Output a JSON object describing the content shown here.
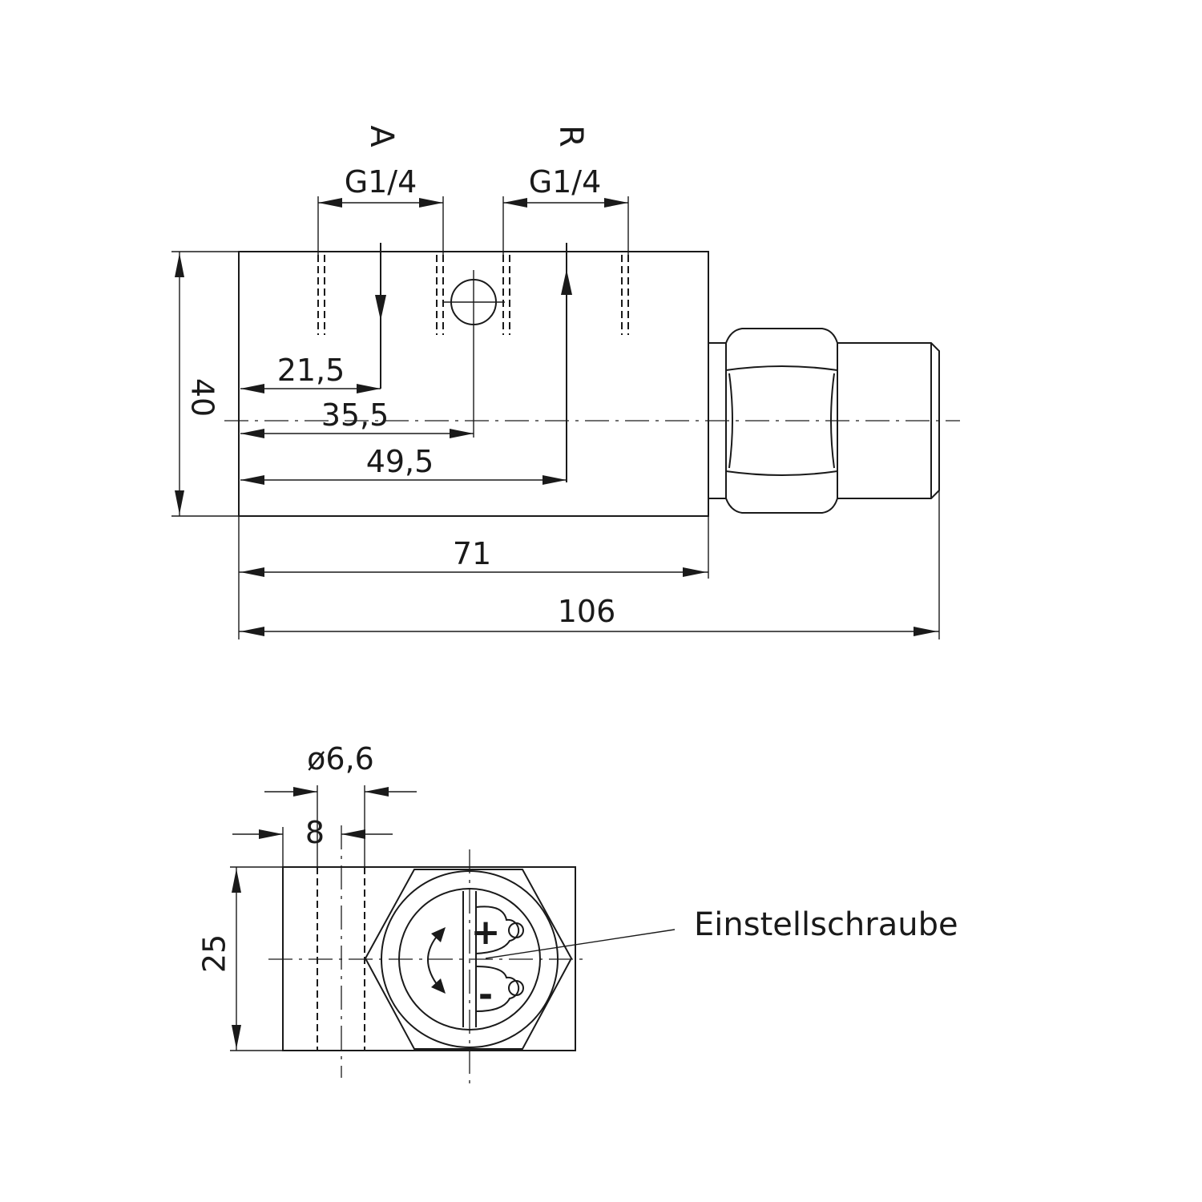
{
  "side_view": {
    "port_a_label": "A",
    "port_r_label": "R",
    "port_a_thread": "G1/4",
    "port_r_thread": "G1/4",
    "dim_height": "40",
    "dim_port_a_pos": "21,5",
    "dim_hole_pos": "35,5",
    "dim_port_r_pos": "49,5",
    "dim_body_length": "71",
    "dim_total_length": "106"
  },
  "front_view": {
    "dim_hole_diameter": "ø6,6",
    "dim_hole_offset": "8",
    "dim_height": "25",
    "adjust_screw_label": "Einstellschraube",
    "plus_symbol": "+",
    "minus_symbol": "-"
  }
}
